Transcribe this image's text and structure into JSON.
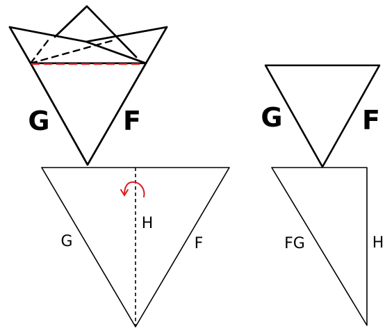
{
  "labels": {
    "top_left_left": "G",
    "top_left_right": "F",
    "top_right_left": "G",
    "top_right_right": "F",
    "bottom_left_left": "G",
    "bottom_left_right": "F",
    "bottom_left_center": "H",
    "bottom_right_left": "FG",
    "bottom_right_right": "H"
  },
  "colors": {
    "line": "#000000",
    "fold_guide": "#e0191b",
    "rotate_arrow": "#e0191b"
  }
}
